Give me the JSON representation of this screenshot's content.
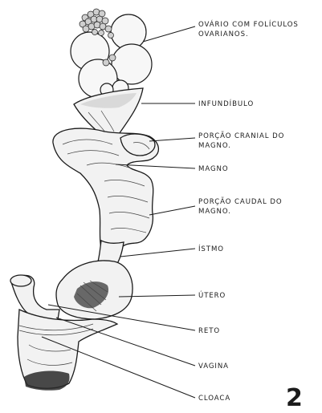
{
  "figure": {
    "number": "2",
    "labels": {
      "ovario_line1": "OVÁRIO COM FOLÍCULOS",
      "ovario_line2": "OVARIANOS.",
      "infundibulo": "INFUNDÍBULO",
      "porcao_cranial_line1": "PORÇÃO CRANIAL DO",
      "porcao_cranial_line2": "MAGNO.",
      "magno": "MAGNO",
      "porcao_caudal_line1": "PORÇÃO CAUDAL DO",
      "porcao_caudal_line2": "MAGNO.",
      "istmo": "ÍSTMO",
      "utero": "ÚTERO",
      "reto": "RETO",
      "vagina": "VAGINA",
      "cloaca": "CLOACA"
    }
  }
}
